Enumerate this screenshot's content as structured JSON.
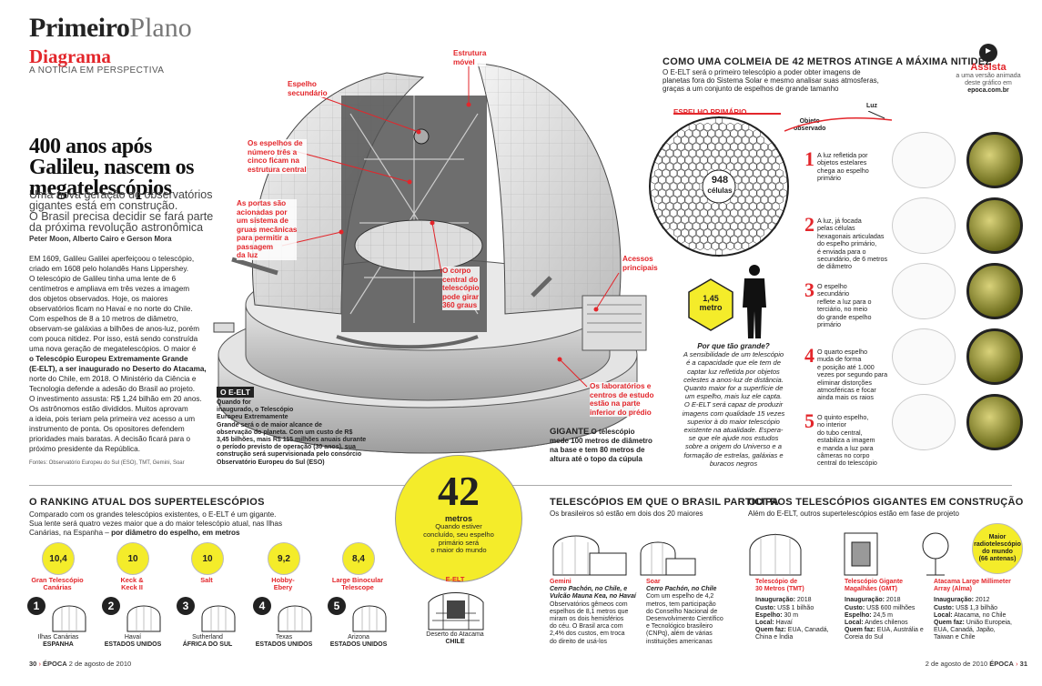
{
  "brand": {
    "primeiro": "Primeiro",
    "plano": "Plano",
    "diagrama": "Diagrama",
    "tagline": "A NOTÍCIA EM PERSPECTIVA"
  },
  "article": {
    "headline_1": "400 anos após",
    "headline_2": "Galileu, nascem os",
    "headline_3": "megatelescópios",
    "lead_1": "Uma nova geração de observatórios",
    "lead_2": "gigantes está em construção.",
    "lead_3": "O Brasil precisa decidir se fará parte",
    "lead_4": "da próxima revolução astronômica",
    "authors": "Peter Moon, Alberto Cairo e Gerson Mora",
    "body": [
      "EM 1609, Galileu Galilei aperfeiçoou o telescópio,",
      "criado em 1608 pelo holandês Hans Lippershey.",
      "O telescópio de Galileu tinha uma lente de 6",
      "centímetros e ampliava em três vezes a imagem",
      "dos objetos observados. Hoje, os maiores",
      "observatórios ficam no Havaí e no norte do Chile.",
      "Com espelhos de 8 a 10 metros de diâmetro,",
      "observam-se galáxias a bilhões de anos-luz, porém",
      "com pouca nitidez. Por isso, está sendo construída",
      "uma nova geração de megatelescópios. O maior é",
      "o Telescópio Europeu Extremamente Grande",
      "(E-ELT), a ser inaugurado no Deserto do Atacama,",
      "norte do Chile, em 2018. O Ministério da Ciência e",
      "Tecnologia defende a adesão do Brasil ao projeto.",
      "O investimento assusta: R$ 1,24 bilhão em 20 anos.",
      "Os astrônomos estão divididos. Muitos aprovam",
      "a ideia, pois teriam pela primeira vez acesso a um",
      "instrumento de ponta. Os opositores defendem",
      "prioridades mais baratas. A decisão ficará para o",
      "próximo presidente da República."
    ],
    "sources": "Fontes: Observatório Europeu do Sul (ESO), TMT, Gemini, Soar"
  },
  "callouts": {
    "estrutura": [
      "Estrutura",
      "móvel"
    ],
    "espelho_sec": [
      "Espelho",
      "secundário"
    ],
    "espelhos_35": [
      "Os espelhos de",
      "número três a",
      "cinco ficam na",
      "estrutura central"
    ],
    "portas": [
      "As portas são",
      "acionadas por",
      "um sistema de",
      "gruas mecânicas",
      "para permitir a",
      "passagem",
      "da luz"
    ],
    "corpo": [
      "O corpo",
      "central do",
      "telescópio",
      "pode girar",
      "360 graus"
    ],
    "acessos": [
      "Acessos",
      "principais"
    ],
    "labs": [
      "Os laboratórios e",
      "centros de estudo",
      "estão na parte",
      "inferior do prédio"
    ]
  },
  "eelt": {
    "tag": "O E-ELT",
    "text": [
      "Quando for",
      "inaugurado, o Telescópio",
      "Europeu Extremamente",
      "Grande será o de maior alcance de",
      "observação do planeta. Com um custo de R$",
      "3,45 bilhões, mais R$ 115 milhões anuais durante",
      "o período previsto de operação (30 anos), sua",
      "construção será supervisionada pelo consórcio",
      "Observatório Europeu do Sul (ESO)"
    ]
  },
  "gigante": {
    "title": "GIGANTE",
    "text": [
      "O telescópio",
      "mede 100 metros de diâmetro",
      "na base e tem 80 metros de",
      "altura até o topo da cúpula"
    ]
  },
  "colmeia": {
    "title": "COMO UMA COLMEIA DE 42 METROS ATINGE A MÁXIMA NITIDEZ",
    "text": [
      "O E-ELT será o primeiro telescópio a poder obter imagens de",
      "planetas fora do Sistema Solar e mesmo analisar suas atmosferas,",
      "graças a um conjunto de espelhos de grande tamanho"
    ],
    "espelho_primario": "ESPELHO PRIMÁRIO",
    "celulas_num": "948",
    "celulas_lbl": "células",
    "hex_num": "1,45",
    "hex_lbl": "metro"
  },
  "assista": {
    "title": "Assista",
    "line1": "a uma versão animada",
    "line2": "deste gráfico em",
    "site": "epoca.com.br"
  },
  "porque": {
    "title": "Por que tão grande?",
    "text": [
      "A sensibilidade de um telescópio",
      "é a capacidade que ele tem de",
      "captar luz refletida por objetos",
      "celestes a anos-luz de distância.",
      "Quanto maior for a superfície de",
      "um espelho, mais luz ele capta.",
      "O E-ELT será capaz de produzir",
      "imagens com qualidade 15 vezes",
      "superior à do maior telescópio",
      "existente na atualidade. Espera-",
      "se que ele ajude nos estudos",
      "sobre a origem do Universo e a",
      "formação de estrelas, galáxias e",
      "buracos negros"
    ]
  },
  "steps": {
    "objeto": [
      "Objeto",
      "observado"
    ],
    "luz": "Luz",
    "items": [
      {
        "num": "1",
        "text": [
          "A luz refletida por",
          "objetos estelares",
          "chega ao espelho",
          "primário"
        ]
      },
      {
        "num": "2",
        "text": [
          "A luz, já focada",
          "pelas células",
          "hexagonais articuladas",
          "do espelho primário,",
          "é enviada para o",
          "secundário, de 6 metros",
          "de diâmetro"
        ]
      },
      {
        "num": "3",
        "text": [
          "O espelho",
          "secundário",
          "reflete a luz para o",
          "terciário, no meio",
          "do grande espelho",
          "primário"
        ]
      },
      {
        "num": "4",
        "text": [
          "O quarto espelho",
          "muda de forma",
          "e posição até 1.000",
          "vezes por segundo para",
          "eliminar distorções",
          "atmosféricas e focar",
          "ainda mais os raios"
        ]
      },
      {
        "num": "5",
        "text": [
          "O quinto espelho,",
          "no interior",
          "do tubo central,",
          "estabiliza a imagem",
          "e manda a luz para",
          "câmeras no corpo",
          "central do telescópio"
        ]
      }
    ]
  },
  "big42": {
    "num": "42",
    "unit": "metros",
    "text": [
      "Quando estiver",
      "concluído, seu espelho",
      "primário será",
      "o maior do mundo"
    ]
  },
  "ranking": {
    "title": "O RANKING ATUAL DOS SUPERTELESCÓPIOS",
    "text1": "Comparado com os grandes telescópios existentes, o E-ELT é um gigante.",
    "text2": "Sua lente será quatro vezes maior que a do maior telescópio atual, nas Ilhas",
    "text3": "Canárias, na Espanha – ",
    "text3b": "por diâmetro do espelho, em metros",
    "items": [
      {
        "num": "1",
        "val": "10,4",
        "name": [
          "Gran Telescópio",
          "Canárias"
        ],
        "loc1": "Ilhas Canárias",
        "loc2": "ESPANHA"
      },
      {
        "num": "2",
        "val": "10",
        "name": [
          "Keck &",
          "Keck II"
        ],
        "loc1": "Havaí",
        "loc2": "ESTADOS UNIDOS"
      },
      {
        "num": "3",
        "val": "10",
        "name": [
          "Salt"
        ],
        "loc1": "Sutherland",
        "loc2": "ÁFRICA DO SUL"
      },
      {
        "num": "4",
        "val": "9,2",
        "name": [
          "Hobby-",
          "Ebery"
        ],
        "loc1": "Texas",
        "loc2": "ESTADOS UNIDOS"
      },
      {
        "num": "5",
        "val": "8,4",
        "name": [
          "Large Binocular",
          "Telescope"
        ],
        "loc1": "Arizona",
        "loc2": "ESTADOS UNIDOS"
      }
    ],
    "eelt": {
      "name": "E-ELT",
      "loc1": "Deserto do Atacama",
      "loc2": "CHILE"
    }
  },
  "brasil": {
    "title": "TELESCÓPIOS EM QUE O BRASIL PARTICIPA",
    "sub": "Os brasileiros só estão em dois dos 20 maiores",
    "gemini": {
      "name": "Gemini",
      "loc": [
        "Cerro Pachón, no Chile, e",
        "Vulcão Mauna Kea, no Havaí"
      ],
      "text": [
        "Observatórios gêmeos com",
        "espelhos de 8,1 metros que",
        "miram os dois hemisférios",
        "do céu. O Brasil arca com",
        "2,4% dos custos, em troca",
        "do direito de usá-los"
      ]
    },
    "soar": {
      "name": "Soar",
      "loc": [
        "Cerro Pachón, no Chile"
      ],
      "text": [
        "Com um espelho de 4,2",
        "metros, tem participação",
        "do Conselho Nacional de",
        "Desenvolvimento Científico",
        "e Tecnológico brasileiro",
        "(CNPq), além de várias",
        "instituições americanas"
      ]
    }
  },
  "outros": {
    "title": "OUTROS TELESCÓPIOS GIGANTES EM CONSTRUÇÃO",
    "sub": "Além do E-ELT, outros supertelescópios estão em fase de projeto",
    "radio": [
      "Maior",
      "radiotelescópio",
      "do mundo",
      "(66 antenas)"
    ],
    "items": [
      {
        "name": [
          "Telescópio de",
          "30 Metros (TMT)"
        ],
        "rows": [
          [
            "Inauguração:",
            "2018"
          ],
          [
            "Custo:",
            "US$ 1 bilhão"
          ],
          [
            "Espelho:",
            "30 m"
          ],
          [
            "Local:",
            "Havaí"
          ],
          [
            "Quem faz:",
            "EUA, Canadá,"
          ],
          [
            "",
            "China e Índia"
          ]
        ]
      },
      {
        "name": [
          "Telescópio Gigante",
          "Magalhães (GMT)"
        ],
        "rows": [
          [
            "Inauguração:",
            "2018"
          ],
          [
            "Custo:",
            "US$ 600 milhões"
          ],
          [
            "Espelho:",
            "24,5 m"
          ],
          [
            "Local:",
            "Andes chilenos"
          ],
          [
            "Quem faz:",
            "EUA, Austrália e"
          ],
          [
            "",
            "Coreia do Sul"
          ]
        ]
      },
      {
        "name": [
          "Atacama Large Millimeter",
          "Array (Alma)"
        ],
        "rows": [
          [
            "Inauguração:",
            "2012"
          ],
          [
            "Custo:",
            "US$ 1,3 bilhão"
          ],
          [
            "Local:",
            "Atacama, no Chile"
          ],
          [
            "Quem faz:",
            "União Europeia,"
          ],
          [
            "",
            "EUA, Canadá, Japão,"
          ],
          [
            "",
            "Taiwan e Chile"
          ]
        ]
      }
    ]
  },
  "footer": {
    "left_page": "30",
    "left_date": "2 de agosto de 2010",
    "brand": "ÉPOCA",
    "right_date": "2 de agosto de 2010",
    "right_page": "31"
  }
}
